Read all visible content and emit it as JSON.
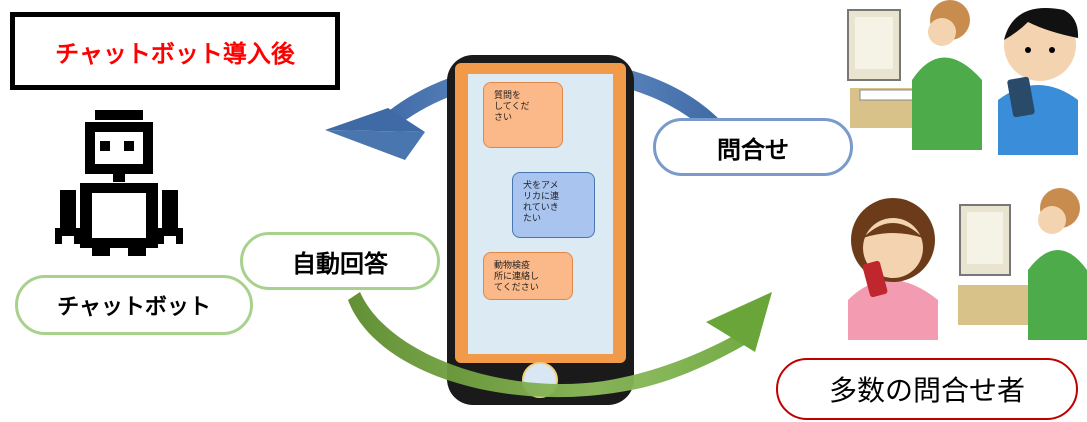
{
  "title": "チャットボット導入後",
  "labels": {
    "chatbot": "チャットボット",
    "auto_answer": "自動回答",
    "inquiry": "問合せ",
    "many_inquirers": "多数の問合せ者"
  },
  "bubbles": {
    "question_prompt": "質問を\nしてくだ\nさい",
    "user_message": "犬をアメ\nリカに連\nれていき\nたい",
    "bot_answer": "動物検疫\n所に連絡し\nてください"
  },
  "colors": {
    "title_text": "#ff0000",
    "arrow_blue": "#4a76b0",
    "arrow_green": "#70a040",
    "phone_screen_border": "#f09a4a",
    "phone_screen_bg": "#dbeaf3",
    "bubble_orange": "#fbb888",
    "bubble_blue": "#a8c4ef",
    "pill_green_border": "#a9d18e",
    "pill_blue_border": "#2f5597",
    "pill_red_border": "#c00000"
  },
  "icons": [
    "robot-icon",
    "woman-at-computer-icon",
    "man-with-phone-icon",
    "woman-with-phone-icon"
  ]
}
